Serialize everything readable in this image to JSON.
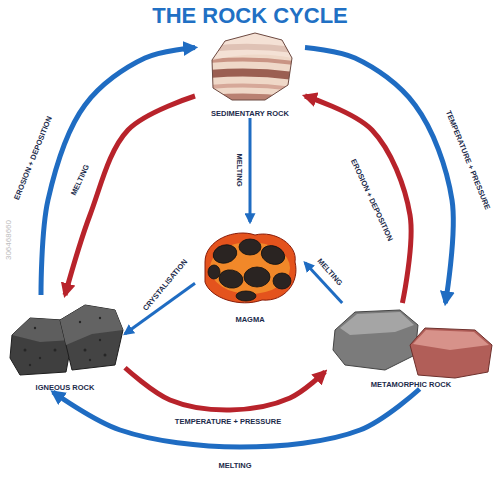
{
  "diagram": {
    "title": "THE ROCK CYCLE",
    "nodes": [
      {
        "text": [
          "SEDIMENTARY ROCK"
        ]
      },
      {
        "text": [
          "MAGMA"
        ]
      },
      {
        "text": [
          "IGNEOUS ROCK"
        ]
      },
      {
        "text": [
          "METAMORPHIC ROCK"
        ]
      }
    ],
    "edges": [
      {
        "from": 2,
        "to": 0,
        "label": "EROSION + DEPOSITION",
        "arrow": "to"
      },
      {
        "from": 0,
        "to": 2,
        "label": "MELTING",
        "arrow": "to"
      },
      {
        "from": 0,
        "to": 3,
        "label": "TEMPERATURE + PRESSURE",
        "arrow": "to"
      },
      {
        "from": 3,
        "to": 0,
        "label": "EROSION + DEPOSITION",
        "arrow": "to"
      },
      {
        "from": 0,
        "to": 1,
        "label": "MELTING",
        "arrow": "to"
      },
      {
        "from": 1,
        "to": 2,
        "label": "CRYSTALISATION",
        "arrow": "to"
      },
      {
        "from": 3,
        "to": 1,
        "label": "MELTING",
        "arrow": "to"
      },
      {
        "from": 2,
        "to": 3,
        "label": "TEMPERATURE + PRESSURE",
        "arrow": "to"
      },
      {
        "from": 3,
        "to": 2,
        "label": "MELTING",
        "arrow": "to"
      }
    ],
    "labels": [
      "306468660"
    ]
  }
}
